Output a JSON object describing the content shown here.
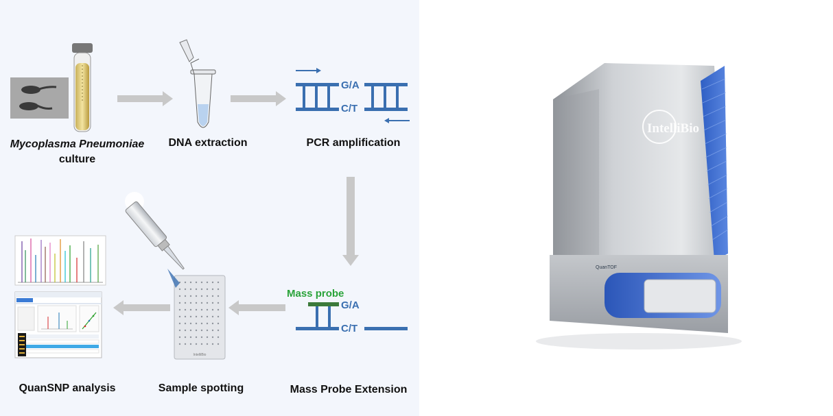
{
  "steps": {
    "culture": {
      "label_italic": "Mycoplasma Pneumoniae",
      "label_line2": "culture"
    },
    "dna": {
      "label": "DNA extraction"
    },
    "pcr": {
      "label": "PCR amplification",
      "allele_top": "G/A",
      "allele_bottom": "C/T"
    },
    "extension": {
      "label": "Mass Probe Extension",
      "probe_label": "Mass probe",
      "allele_top": "G/A",
      "allele_bottom": "C/T"
    },
    "spotting": {
      "label": "Sample spotting"
    },
    "analysis": {
      "label": "QuanSNP analysis"
    }
  },
  "instrument": {
    "brand": "IntelliBio",
    "model": "QuanTOF"
  },
  "plate": {
    "brand": "IntelliBio"
  },
  "colors": {
    "dna_blue": "#3a6fb0",
    "probe_green": "#3c7a3a",
    "probe_text": "#2aa33a",
    "arrow_gray": "#c8c8c8"
  }
}
